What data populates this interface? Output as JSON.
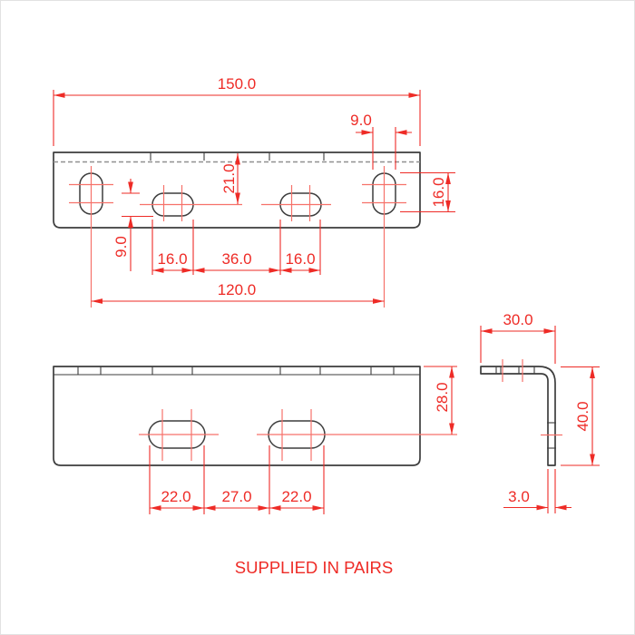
{
  "note": {
    "text": "SUPPLIED IN PAIRS"
  },
  "colors": {
    "dimension_red": "#ee2b26",
    "centerline_red": "#f6726a",
    "part_outline_gray": "#3d3d3d",
    "hidden_line_gray": "#909090",
    "background": "#ffffff"
  },
  "top_view": {
    "dims": {
      "overall_width": "150.0",
      "end_slot_width": "9.0",
      "mid_slot_center_offset": "21.0",
      "mid_slot_width": "9.0",
      "mid_slot_length_left": "16.0",
      "mid_slot_spacing": "36.0",
      "mid_slot_length_right": "16.0",
      "end_slot_pitch": "120.0",
      "end_slot_length": "16.0"
    }
  },
  "front_view": {
    "dims": {
      "slot_center_from_top": "28.0",
      "slot_length_left": "22.0",
      "slot_spacing": "27.0",
      "slot_length_right": "22.0"
    }
  },
  "side_view": {
    "dims": {
      "flange_width": "30.0",
      "leg_length": "40.0",
      "material_thickness": "3.0"
    }
  }
}
